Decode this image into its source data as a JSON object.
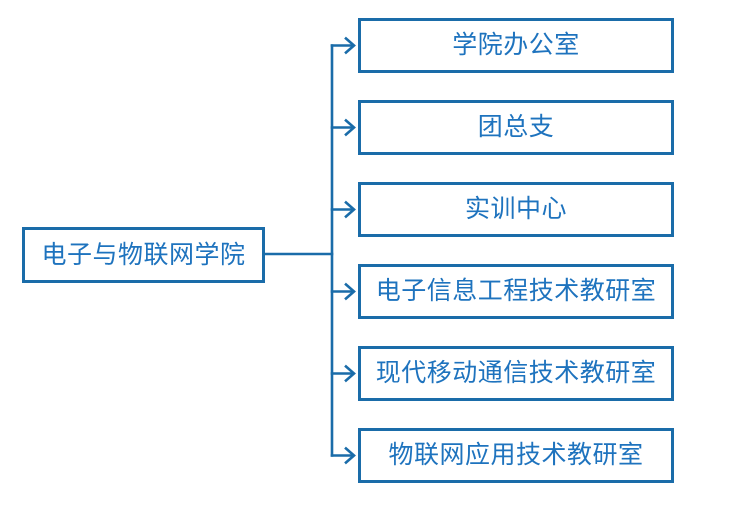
{
  "diagram": {
    "type": "org-chart",
    "root": {
      "label": "电子与物联网学院"
    },
    "children": [
      {
        "label": "学院办公室"
      },
      {
        "label": "团总支"
      },
      {
        "label": "实训中心"
      },
      {
        "label": "电子信息工程技术教研室"
      },
      {
        "label": "现代移动通信技术教研室"
      },
      {
        "label": "物联网应用技术教研室"
      }
    ],
    "colors": {
      "line": "#1A6CA9",
      "border": "#1A6CA9",
      "text": "#1E73BE",
      "background": "#FFFFFF"
    }
  }
}
